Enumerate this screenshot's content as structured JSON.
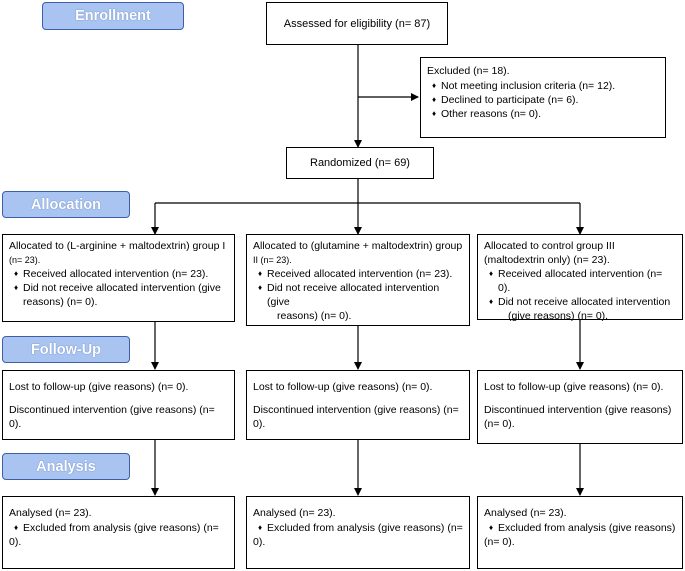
{
  "stages": {
    "enrollment": "Enrollment",
    "allocation": "Allocation",
    "followup": "Follow-Up",
    "analysis": "Analysis"
  },
  "assessed": "Assessed for eligibility (n= 87)",
  "excluded": {
    "title": "Excluded (n= 18).",
    "bullet": "♦",
    "items": [
      "Not meeting inclusion criteria (n= 12).",
      "Declined to participate (n= 6).",
      "Other reasons (n= 0)."
    ]
  },
  "randomized": "Randomized (n= 69)",
  "groups": [
    {
      "alloc_title_1": "Allocated to (L-arginine + maltodextrin) group I",
      "alloc_title_2": "(n= 23).",
      "received": "Received allocated intervention (n= 23).",
      "not_received_1": "Did not receive allocated intervention (give",
      "not_received_2": "reasons) (n= 0).",
      "lost": "Lost to follow-up (give reasons) (n= 0).",
      "discontinued_1": "Discontinued intervention (give reasons) (n=",
      "discontinued_2": "0).",
      "analysed": "Analysed  (n= 23).",
      "excluded_1": "Excluded from analysis (give reasons) (n=",
      "excluded_2": "0)."
    },
    {
      "alloc_title_1": "Allocated to (glutamine + maltodextrin) group",
      "alloc_title_2": "II (n= 23).",
      "received": "Received allocated intervention (n= 23).",
      "not_received_1": "Did not receive allocated intervention (give",
      "not_received_2": "reasons) (n= 0).",
      "lost": "Lost to follow-up (give reasons) (n= 0).",
      "discontinued_1": "Discontinued intervention (give reasons) (n=",
      "discontinued_2": "0).",
      "analysed": "Analysed  (n= 23).",
      "excluded_1": "Excluded from analysis (give reasons) (n=",
      "excluded_2": "0)."
    },
    {
      "alloc_title_1": "Allocated to control group III",
      "alloc_title_2": "(maltodextrin only) (n= 23).",
      "received": "Received allocated intervention (n= 0).",
      "not_received_1": "Did not receive allocated intervention",
      "not_received_2": "(give reasons) (n= 0).",
      "lost": "Lost to follow-up (give reasons) (n= 0).",
      "discontinued_1": "Discontinued intervention (give reasons)",
      "discontinued_2": "(n= 0).",
      "analysed": "Analysed  (n= 23).",
      "excluded_1": "Excluded from analysis (give reasons)",
      "excluded_2": "(n= 0)."
    }
  ],
  "colors": {
    "stage_fill": "#a9c4f0",
    "stage_border": "#3d5fa6",
    "line": "#000000"
  }
}
